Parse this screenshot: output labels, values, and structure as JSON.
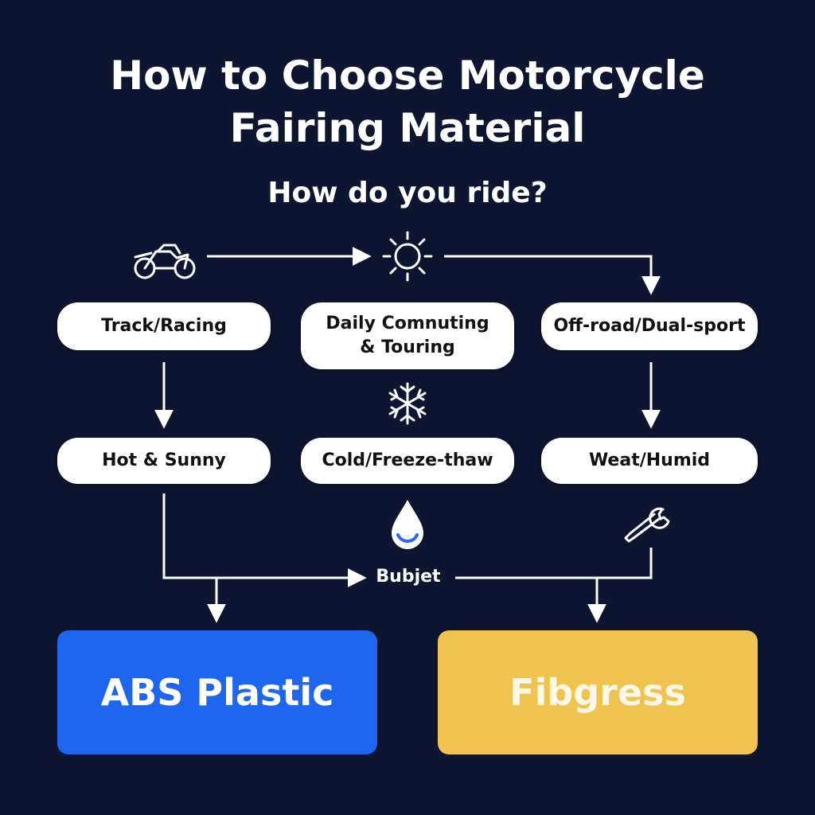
{
  "title_lines": [
    "How to Choose Motorcycle",
    "Fairing Material"
  ],
  "subtitle": "How do you ride?",
  "nodes": {
    "track_racing": "Track/Racing",
    "daily_commuting": [
      "Daily Comnuting",
      "& Touring"
    ],
    "offroad": "Off-road/Dual-sport",
    "hot_sunny": "Hot & Sunny",
    "cold_freeze": "Cold/Freeze-thaw",
    "wet_humid": "Weat/Humid"
  },
  "budget_label": "Bubjet",
  "results": {
    "abs": "ABS Plastic",
    "fiberglass": "Fibgress"
  },
  "icons": [
    "motorcycle-icon",
    "sun-icon",
    "snowflake-icon",
    "water-drop-icon",
    "wrench-icon"
  ],
  "colors": {
    "background": "#0d1530",
    "abs": "#1f66ee",
    "fiberglass": "#f0c24f",
    "drop_accent": "#2b66ff"
  }
}
